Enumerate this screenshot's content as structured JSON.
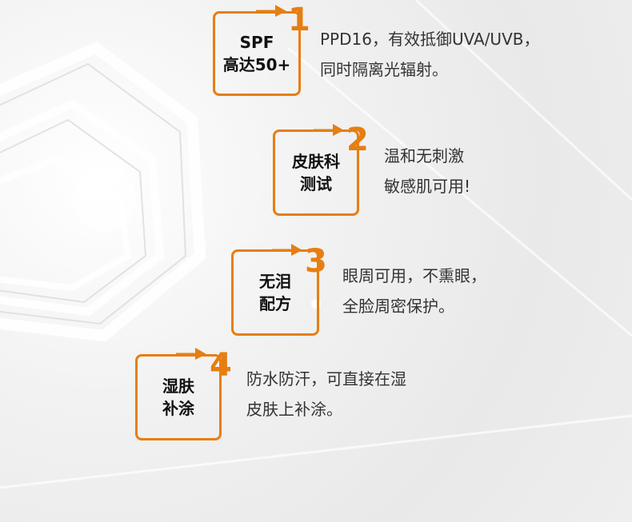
{
  "features": [
    {
      "number": "1",
      "title_line1": "SPF",
      "title_line2": "高达50+",
      "desc_line1": "PPD16，有效抵御UVA/UVB，",
      "desc_line2": "同时隔离光辐射。"
    },
    {
      "number": "2",
      "title_line1": "皮肤科",
      "title_line2": "测试",
      "desc_line1": "温和无刺激",
      "desc_line2": "敏感肌可用!"
    },
    {
      "number": "3",
      "title_line1": "无泪",
      "title_line2": "配方",
      "desc_line1": "眼周可用，不熏眼，",
      "desc_line2": "全脸周密保护。"
    },
    {
      "number": "4",
      "title_line1": "湿肤",
      "title_line2": "补涂",
      "desc_line1": "防水防汗，可直接在湿",
      "desc_line2": "皮肤上补涂。"
    }
  ],
  "colors": {
    "accent": "#e67e12",
    "text": "#333333",
    "title": "#111111"
  }
}
